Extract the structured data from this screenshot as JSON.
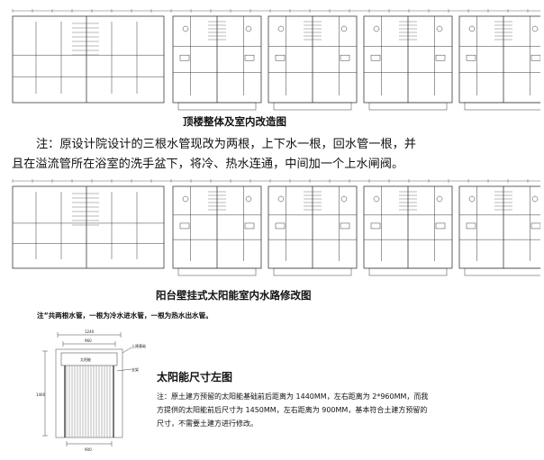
{
  "section1": {
    "caption": "顶楼整体及室内改造图",
    "note_line1": "注：原设计院设计的三根水管现改为两根，上下水一根，回水管一根，并",
    "note_line2": "且在溢流管所在浴室的洗手盆下，将冷、热水连通，中间加一个上水闸阀。"
  },
  "section2": {
    "caption": "阳台壁挂式太阳能室内水路修改图",
    "note": "注“共两根水管，一根为冷水进水管，一根为热水出水管。"
  },
  "section3": {
    "title": "太阳能尺寸左图",
    "note_line1": "注：原土建方预留的太阳能基础前后距离为 1440MM，左右距离为 2*960MM，而我",
    "note_line2": "方提供的太阳能前后尺寸为 1450MM，左右距离为 900MM，基本符合土建方预留的",
    "note_line3": "尺寸，不需要土建方进行修改。",
    "diagram": {
      "dim_top_outer": "1240",
      "dim_top_inner": "960",
      "dim_side": "1460",
      "dim_bottom": "900",
      "label_base": "土建基础",
      "label_bracket": "支架",
      "label_panel": "太阳能"
    }
  },
  "colors": {
    "line": "#3a3a3a",
    "text": "#111111"
  }
}
